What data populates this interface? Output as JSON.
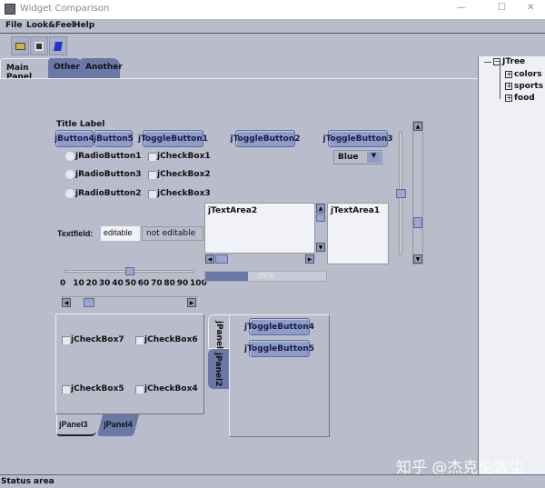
{
  "window": {
    "title": "Widget Comparison",
    "controls": [
      "—",
      "☐",
      "✕"
    ]
  },
  "menu": [
    "File",
    "Look&Feel",
    "Help"
  ],
  "toolbar": {
    "icons": [
      "open-folder-icon",
      "save-icon",
      "book-icon"
    ]
  },
  "tabs": [
    "Main Panel",
    "Other",
    "Another"
  ],
  "main": {
    "title_label": "Title Label",
    "buttons": [
      "jButton4",
      "jButton5"
    ],
    "toggles": [
      "jToggleButton1",
      "jToggleButton2",
      "jToggleButton3"
    ],
    "radios": [
      "jRadioButton1",
      "jRadioButton3",
      "jRadioButton2"
    ],
    "checks": [
      "jCheckBox1",
      "jCheckBox2",
      "jCheckBox3"
    ],
    "combo": {
      "selected": "Blue"
    },
    "textfield_label": "Textfield:",
    "textfield_editable": "editable",
    "textfield_disabled": "not editable",
    "textarea2": "jTextArea2",
    "textarea1": "jTextArea1",
    "slider": {
      "value": 50,
      "min": 0,
      "max": 100,
      "ticks": [
        "0",
        "10",
        "20",
        "30",
        "40",
        "50",
        "60",
        "70",
        "80",
        "90",
        "100"
      ]
    },
    "progress": {
      "value": 35,
      "label": "35%"
    },
    "vertical_slider_value": 50,
    "panel_tabs_bottom": [
      "jPanel3",
      "jPanel4"
    ],
    "panel3_checks": [
      "jCheckBox7",
      "jCheckBox6",
      "jCheckBox5",
      "jCheckBox4"
    ],
    "panel_tabs_left": [
      "jPanel1",
      "jPanel2"
    ],
    "panel1_toggles": [
      "jToggleButton4",
      "jToggleButton5"
    ]
  },
  "tree": {
    "root": "JTree",
    "children": [
      "colors",
      "sports",
      "food"
    ]
  },
  "status": "Status area",
  "watermark": "知乎 @杰克伦敦尘"
}
